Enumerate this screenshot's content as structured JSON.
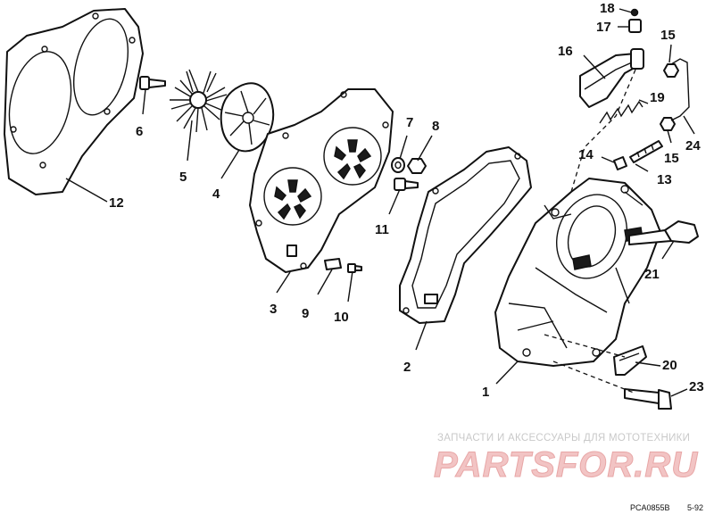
{
  "callouts": {
    "c1": "1",
    "c2": "2",
    "c3": "3",
    "c4": "4",
    "c5": "5",
    "c6": "6",
    "c7": "7",
    "c8": "8",
    "c9": "9",
    "c10": "10",
    "c11": "11",
    "c12": "12",
    "c13": "13",
    "c14": "14",
    "c15a": "15",
    "c15b": "15",
    "c16": "16",
    "c17": "17",
    "c18": "18",
    "c19": "19",
    "c20": "20",
    "c21": "21",
    "c23": "23",
    "c24": "24"
  },
  "watermark": {
    "tagline": "ЗАПЧАСТИ И АКСЕССУАРЫ ДЛЯ МОТОТЕХНИКИ",
    "logo": "PARTSFOR.RU"
  },
  "footer": {
    "drawing_code": "PCA0855B",
    "revision": "5-92"
  },
  "colors": {
    "ink": "#111111",
    "watermark_logo": "#f2c4c4",
    "watermark_text": "#c9c9c9"
  }
}
